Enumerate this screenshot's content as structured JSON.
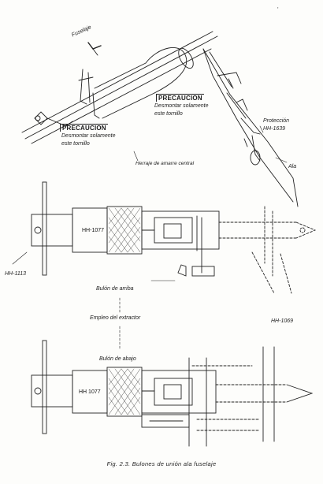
{
  "labels": {
    "fuselaje": "Fuselaje",
    "precaucion_1_title": "PRECAUCION",
    "precaucion_1_line1": "Desmontar solamente",
    "precaucion_1_line2": "este tornillo",
    "precaucion_2_title": "PRECAUCION",
    "precaucion_2_line1": "Desmontar solamente",
    "precaucion_2_line2": "este tornillo",
    "proteccion_line1": "Protección",
    "proteccion_line2": "HH-1639",
    "ala": "Ala",
    "herraje": "Herraje de amarre central",
    "hh1077_top": "HH-1077",
    "hh1113": "HH-1113",
    "bulon_arriba": "Bulón de arriba",
    "empleo": "Empleo del extractor",
    "hh1069": "HH-1069",
    "bulon_abajo": "Bulón de abajo",
    "hh1077_bottom": "HH 1077",
    "page_mark": "'"
  },
  "caption": "Fig. 2.3. Bulones de unión ala fuselaje"
}
